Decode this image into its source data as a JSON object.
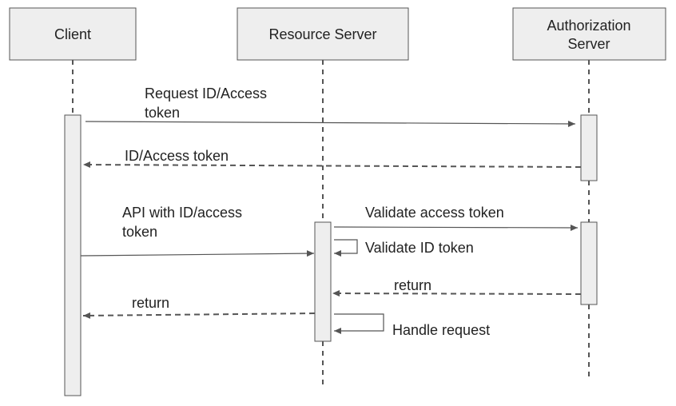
{
  "participants": {
    "client": "Client",
    "resource_server": "Resource Server",
    "auth_server": [
      "Authorization",
      "Server"
    ]
  },
  "messages": {
    "request_token": [
      "Request ID/Access",
      "token"
    ],
    "id_access_token": "ID/Access token",
    "api_with_token": [
      "API with ID/access",
      "token"
    ],
    "validate_access_token": "Validate access token",
    "validate_id_token": "Validate ID token",
    "return_auth": "return",
    "return_client": "return",
    "handle_request": "Handle request"
  },
  "colors": {
    "box_fill": "#eeeeee",
    "stroke": "#555555",
    "text": "#222222"
  }
}
